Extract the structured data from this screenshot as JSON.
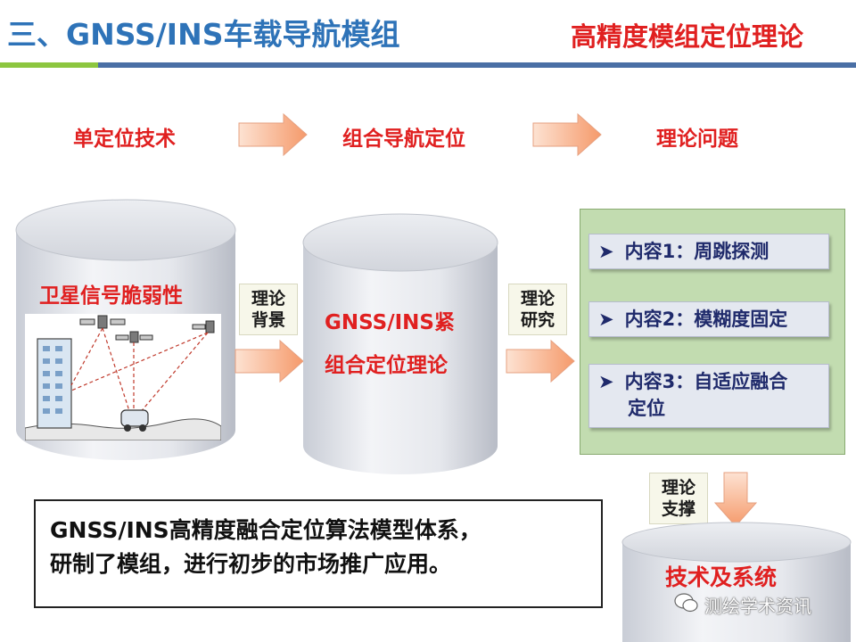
{
  "header": {
    "title": "三、GNSS/INS车载导航模组",
    "subtitle": "高精度模组定位理论"
  },
  "flow": {
    "step1": "单定位技术",
    "step2": "组合导航定位",
    "step3": "理论问题"
  },
  "cylinder_left": {
    "label": "卫星信号脆弱性"
  },
  "connector1": {
    "line1": "理论",
    "line2": "背景"
  },
  "cylinder_mid": {
    "line1": "GNSS/INS紧",
    "line2": "组合定位理论"
  },
  "connector2": {
    "line1": "理论",
    "line2": "研究"
  },
  "contents": [
    {
      "line1": "内容1：周跳探测",
      "line2": ""
    },
    {
      "line1": "内容2：模糊度固定",
      "line2": ""
    },
    {
      "line1": "内容3：自适应融合",
      "line2": "定位"
    }
  ],
  "connector3": {
    "line1": "理论",
    "line2": "支撑"
  },
  "summary": {
    "line1": "GNSS/INS高精度融合定位算法模型体系，",
    "line2": "研制了模组，进行初步的市场推广应用。"
  },
  "cylinder_bottom": {
    "label": "技术及系统"
  },
  "watermark": {
    "text": "测绘学术资讯"
  },
  "colors": {
    "title_blue": "#2e73b8",
    "accent_red": "#e02020",
    "panel_green": "#c2dcb0",
    "content_navy": "#1f2a6b"
  }
}
